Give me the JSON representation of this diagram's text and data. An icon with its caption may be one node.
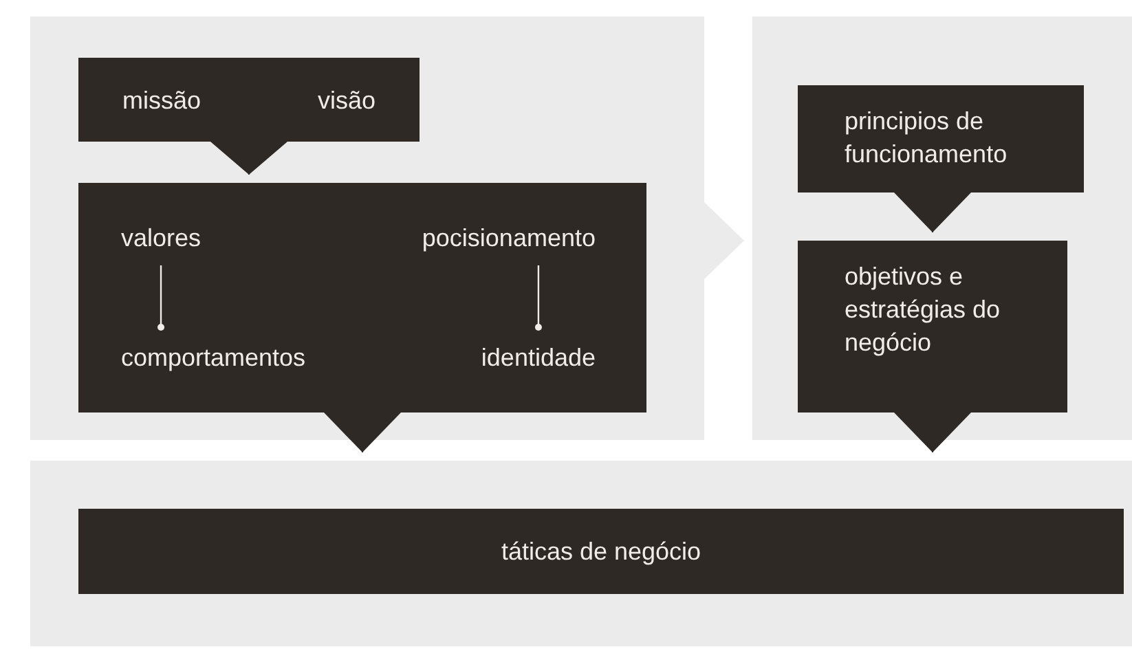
{
  "diagram": {
    "nodes": [
      {
        "text": [],
        "shape": "box"
      },
      {
        "text": [
          "missão",
          "visão"
        ],
        "in": 0
      },
      {
        "text": [],
        "shape": "box",
        "in": 0
      },
      {
        "text": [
          "valores"
        ],
        "in": 2
      },
      {
        "text": [
          "pocisionamento"
        ],
        "in": 2
      },
      {
        "text": [
          "comportamentos"
        ],
        "in": 2
      },
      {
        "text": [
          "identidade"
        ],
        "in": 2
      },
      {
        "text": [],
        "shape": "box"
      },
      {
        "text": [
          "principios de funcionamento"
        ],
        "in": 7
      },
      {
        "text": [
          "objetivos e estratégias do negócio"
        ],
        "in": 7
      },
      {
        "text": [],
        "shape": "box"
      },
      {
        "text": [
          "táticas de negócio"
        ],
        "in": 10
      }
    ],
    "edges": [
      {
        "from": 1,
        "to": 2,
        "arrow": "to"
      },
      {
        "from": 3,
        "to": 5,
        "arrow": "other",
        "color": "#f0ece8"
      },
      {
        "from": 4,
        "to": 6,
        "arrow": "other",
        "color": "#f0ece8"
      },
      {
        "from": 0,
        "to": 7,
        "arrow": "to",
        "color": "#ebebeb"
      },
      {
        "from": 8,
        "to": 9,
        "arrow": "to"
      },
      {
        "from": 2,
        "to": 10,
        "arrow": "to"
      },
      {
        "from": 9,
        "to": 10,
        "arrow": "to"
      }
    ]
  }
}
